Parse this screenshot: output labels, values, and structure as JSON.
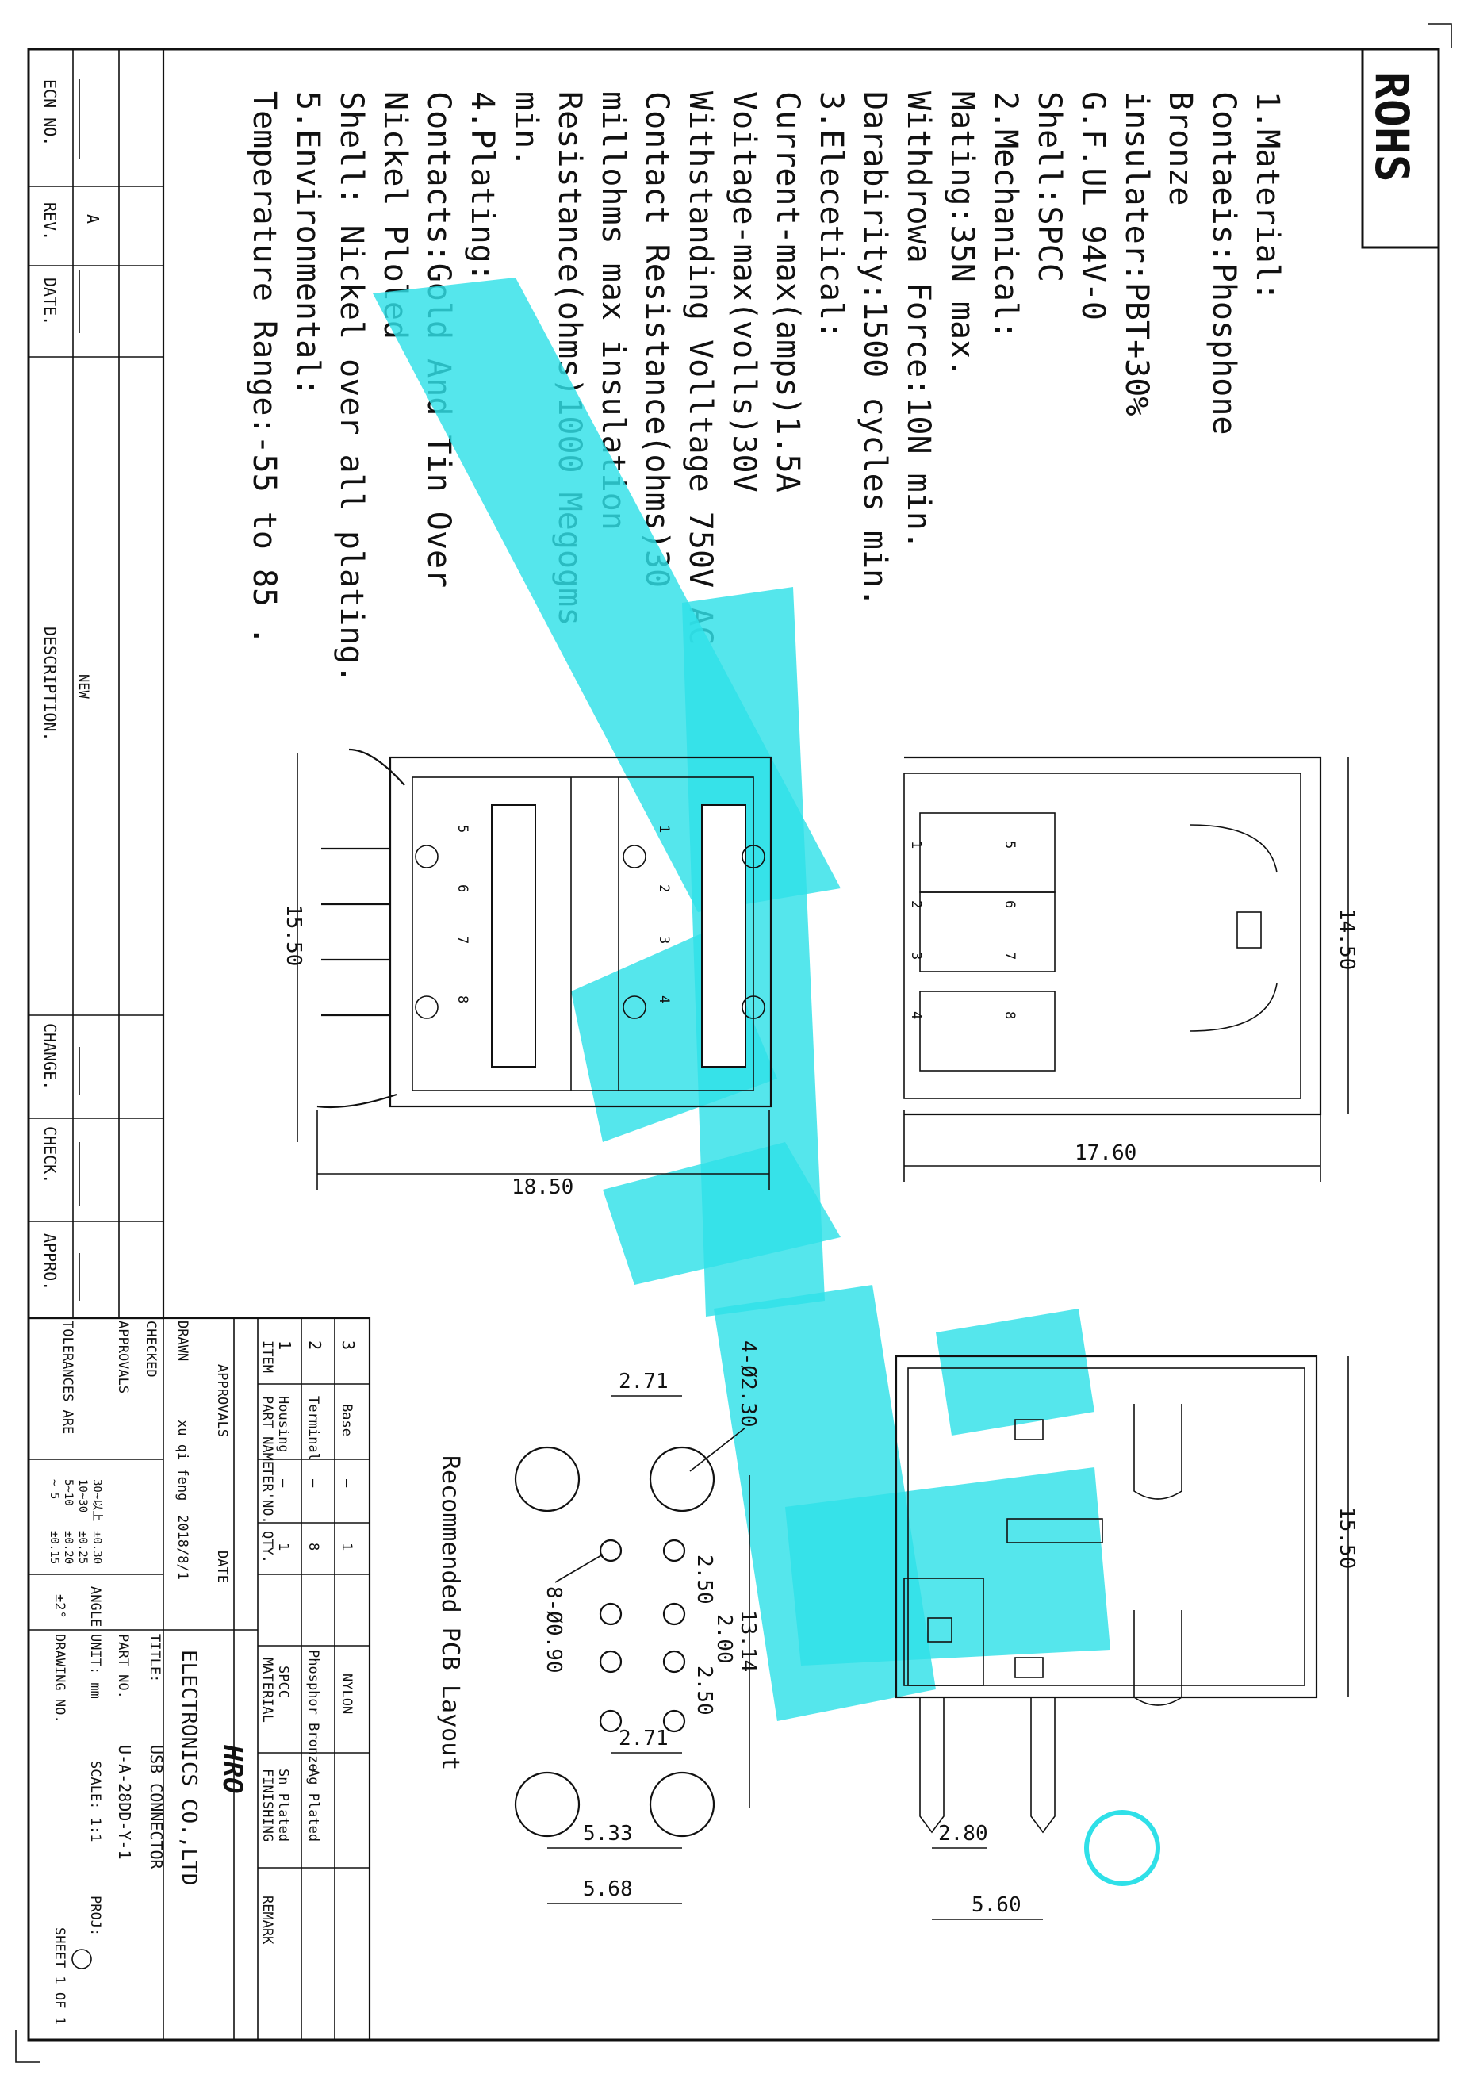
{
  "rohs": "ROHS",
  "notes": [
    "1.Material:",
    "  Contaeis:Phosphone",
    "  Bronze",
    "  insulater:PBT+30%",
    "  G.F.UL  94V-0",
    "  Shell:SPCC",
    "2.Mechanical:",
    "  Mating:35N max.",
    "  Withdrowa Force:10N min.",
    "  Darabirity:1500 cycles min.",
    "3.Elecetical:",
    "  Current-max(amps)1.5A",
    "  Voitage-max(volls)30V",
    "  Withstanding Volltage 750V AC",
    "  Contact Resistance(ohms)30",
    "  millohms max insulation",
    "  Resistance(ohms)1000 Megogms",
    "  min.",
    "4.Plating:",
    "  Contacts:Gold And Tin Over",
    "  Nickel Ploled",
    "  Shell: Nickel over all plating.",
    "5.Environmental:",
    "  Temperature Range:-55 to 85  ."
  ],
  "revision_block": {
    "ecn_label": "ECN NO.",
    "rev_label": "REV.",
    "rev_value": "A",
    "date_label": "DATE.",
    "new_label": "NEW",
    "description_label": "DESCRIPTION.",
    "change_label": "CHANGE.",
    "check_label": "CHECK.",
    "appro_label": "APPRO."
  },
  "dimensions": {
    "side_height": "15.50",
    "side_width": "18.50",
    "front_height": "14.50",
    "front_width": "17.60",
    "top_height": "15.50",
    "pitch_2_80": "2.80",
    "pitch_5_60": "5.60",
    "pcb_2_71_top": "2.71",
    "pcb_2_71_bottom": "2.71",
    "pcb_2_50_a": "2.50",
    "pcb_2_00": "2.00",
    "pcb_2_50_b": "2.50",
    "pcb_13_14": "13.14",
    "pcb_5_33": "5.33",
    "pcb_5_68": "5.68",
    "pcb_holes_large": "4-Ø2.30",
    "pcb_holes_small": "8-Ø0.90"
  },
  "pin_numbers": [
    "1",
    "2",
    "3",
    "4",
    "5",
    "6",
    "7",
    "8"
  ],
  "pcb_caption": "Recommended PCB Layout",
  "bom": {
    "headers": [
      "ITEM",
      "PART NAME",
      "TER'NO.",
      "QTY.",
      "MATERIAL",
      "FINISHING",
      "REMARK"
    ],
    "rows": [
      {
        "item": "3",
        "part": "Base",
        "ter": "—",
        "qty": "1",
        "material": "NYLON",
        "finishing": "",
        "remark": ""
      },
      {
        "item": "2",
        "part": "Terminal",
        "ter": "—",
        "qty": "8",
        "material": "Phosphor Bronze",
        "finishing": "Ag Plated",
        "remark": ""
      },
      {
        "item": "1",
        "part": "Housing",
        "ter": "—",
        "qty": "1",
        "material": "SPCC",
        "finishing": "Sn Plated",
        "remark": ""
      }
    ]
  },
  "title_block": {
    "approvals": "APPROVALS",
    "date": "DATE",
    "drawn_label": "DRAWN",
    "drawn_by": "xu qi feng",
    "drawn_date": "2018/8/1",
    "checked_label": "CHECKED",
    "approvals_label": "APPROVALS",
    "company": "ELECTRONICS CO.,LTD",
    "logo_text": "HRO",
    "title_label": "TITLE:",
    "title_value": "USB CONNECTOR",
    "part_no_label": "PART NO.",
    "part_no_value": "U-A-28DD-Y-1",
    "unit_label": "UNIT: mm",
    "scale_label": "SCALE: 1:1",
    "proj_label": "PROJ:",
    "drawing_no_label": "DRAWING NO.",
    "sheet_label": "SHEET 1 OF 1",
    "tolerances_label": "TOLERANCES ARE",
    "angle_label": "ANGLE",
    "angle_value": "±2°",
    "tol_ranges": [
      "30~以上",
      "10~30",
      "5~10",
      "~ 5"
    ],
    "tol_values": [
      "±0.30",
      "±0.25",
      "±0.20",
      "±0.15"
    ]
  },
  "colors": {
    "watermark": "#2fe0e8",
    "ink": "#111111",
    "paper": "#ffffff"
  }
}
